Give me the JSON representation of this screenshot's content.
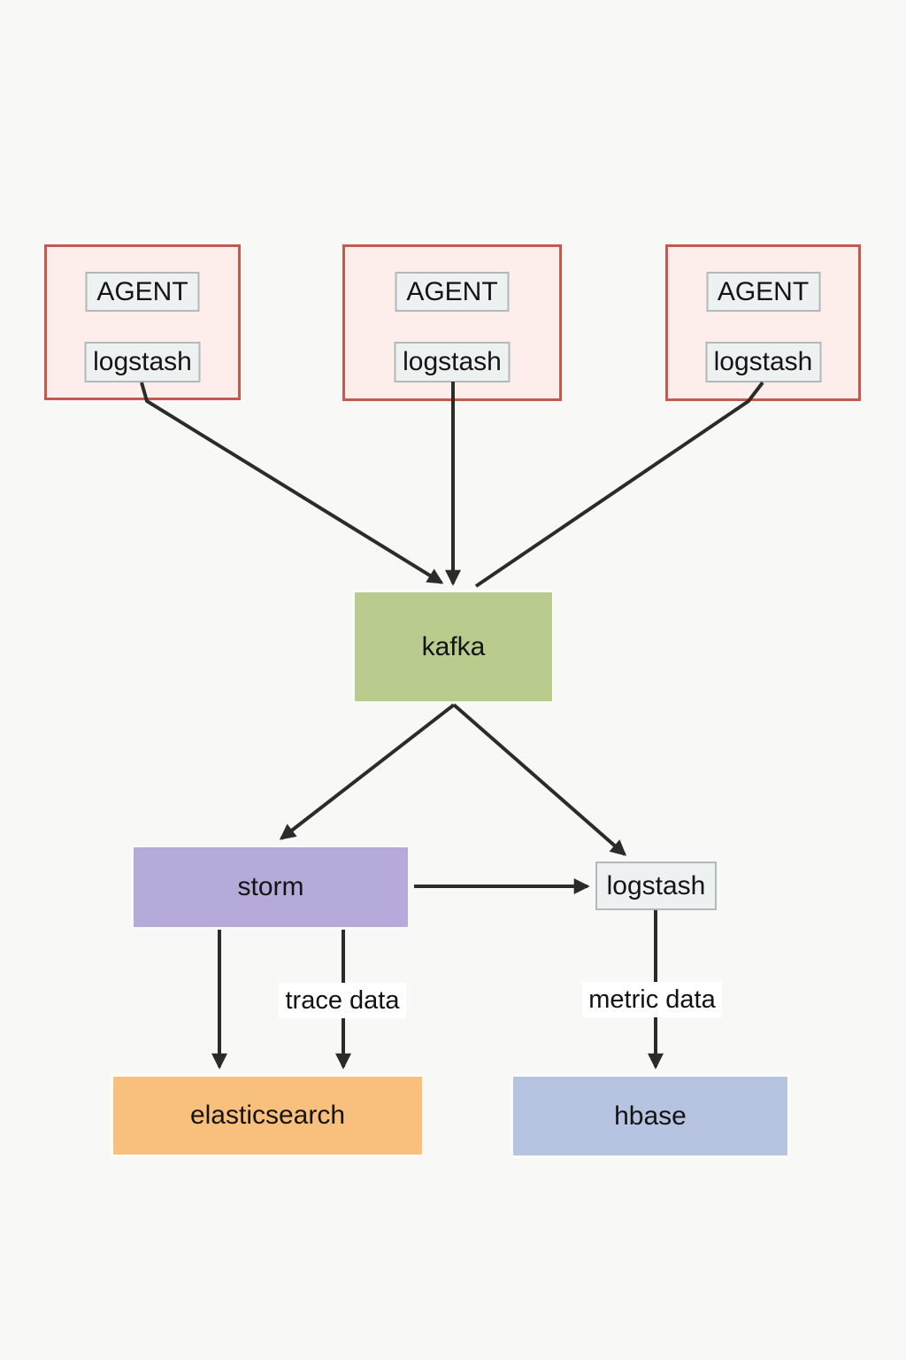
{
  "diagram": {
    "agents": [
      {
        "title": "AGENT",
        "sub": "logstash"
      },
      {
        "title": "AGENT",
        "sub": "logstash"
      },
      {
        "title": "AGENT",
        "sub": "logstash"
      }
    ],
    "nodes": {
      "kafka": {
        "label": "kafka",
        "color": "#b9cc8e"
      },
      "storm": {
        "label": "storm",
        "color": "#b5aad9"
      },
      "logstash": {
        "label": "logstash",
        "color": "#eef1f2"
      },
      "elasticsearch": {
        "label": "elasticsearch",
        "color": "#f9c07d"
      },
      "hbase": {
        "label": "hbase",
        "color": "#b6c4e1"
      }
    },
    "edge_labels": {
      "trace": "trace data",
      "metric": "metric data"
    },
    "colors": {
      "agent_fill": "#fdeeeb",
      "agent_border": "#c25a50",
      "label_fill": "#eef1f2",
      "label_border": "#b3b8bb",
      "arrow": "#2b2b2b",
      "background": "#f8f8f7"
    }
  }
}
